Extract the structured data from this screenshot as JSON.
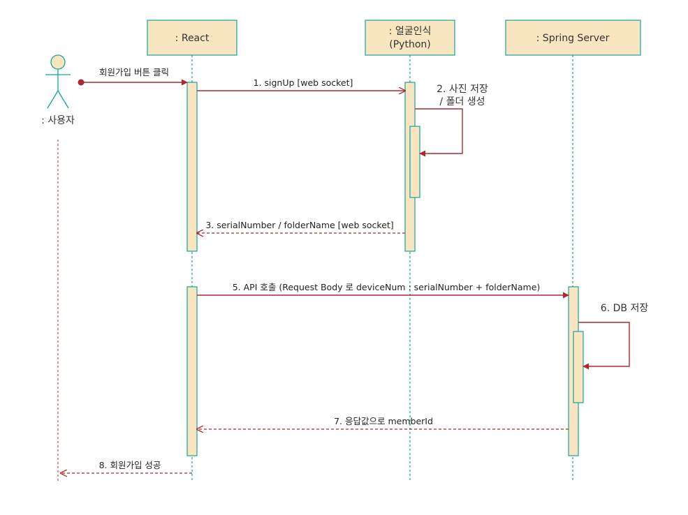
{
  "actor": {
    "name": ": 사용자"
  },
  "participants": [
    {
      "id": "react",
      "label": ": React"
    },
    {
      "id": "face",
      "label_line1": ": 얼굴인식",
      "label_line2": "(Python)"
    },
    {
      "id": "spring",
      "label": ": Spring Server"
    }
  ],
  "messages": {
    "m0": "회원가입 버튼 클릭",
    "m1": "1. signUp [web socket]",
    "m2_line1": "2. 사진 저장",
    "m2_line2": "/ 폴더 생성",
    "m3": "3. serialNumber / folderName [web socket]",
    "m5": "5. API 호출 (Request Body 로 deviceNum : serialNumber + folderName)",
    "m6": "6. DB 저장",
    "m7": "7. 응답값으로 memberId",
    "m8": "8. 회원가입 성공"
  },
  "colors": {
    "box_fill": "#f9e5c0",
    "border": "#12a59b",
    "arrow": "#b0272b"
  }
}
